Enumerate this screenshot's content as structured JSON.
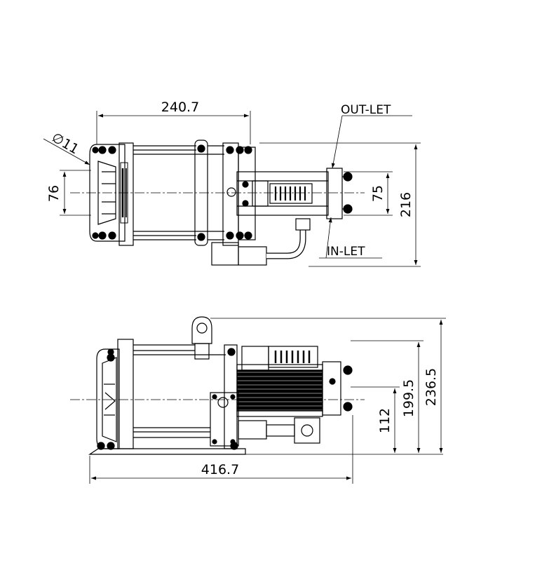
{
  "top_view": {
    "dim_width": "240.7",
    "dim_hole": "∅11",
    "dim_height_left": "76",
    "dim_port_spacing": "75",
    "dim_overall_height": "216",
    "label_outlet": "OUT-LET",
    "label_inlet": "IN-LET"
  },
  "side_view": {
    "dim_overall_length": "416.7",
    "dim_h1": "112",
    "dim_h2": "199.5",
    "dim_h3": "236.5"
  }
}
